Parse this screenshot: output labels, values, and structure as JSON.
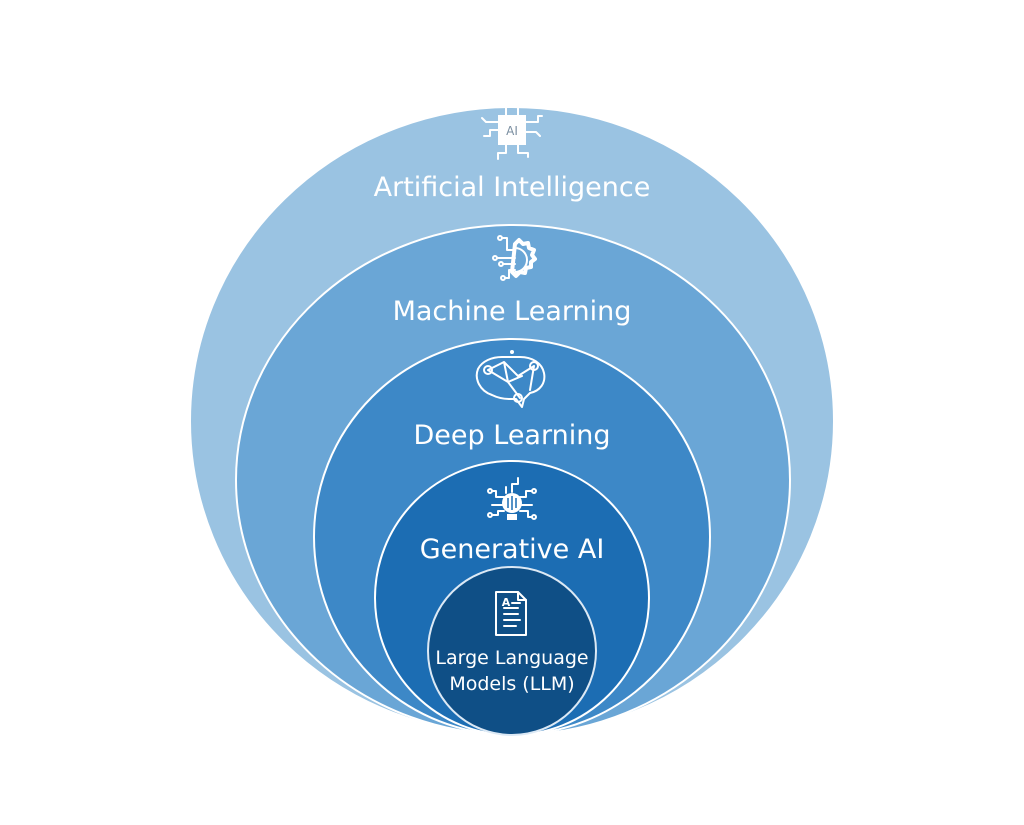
{
  "title": "AI hierarchy diagram",
  "layers": [
    {
      "label": "Artificial Intelligence",
      "icon": "ai-chip-icon",
      "icon_text": "AI",
      "color": "#9ac3e2"
    },
    {
      "label": "Machine Learning",
      "icon": "gear-circuit-icon",
      "color": "#6aa6d6"
    },
    {
      "label": "Deep Learning",
      "icon": "brain-network-icon",
      "color": "#3d88c7"
    },
    {
      "label": "Generative AI",
      "icon": "lightbulb-brain-icon",
      "color": "#1c6db3"
    },
    {
      "label_line1": "Large Language",
      "label_line2": "Models (LLM)",
      "icon": "document-icon",
      "icon_text": "A",
      "color": "#0f4f86"
    }
  ]
}
